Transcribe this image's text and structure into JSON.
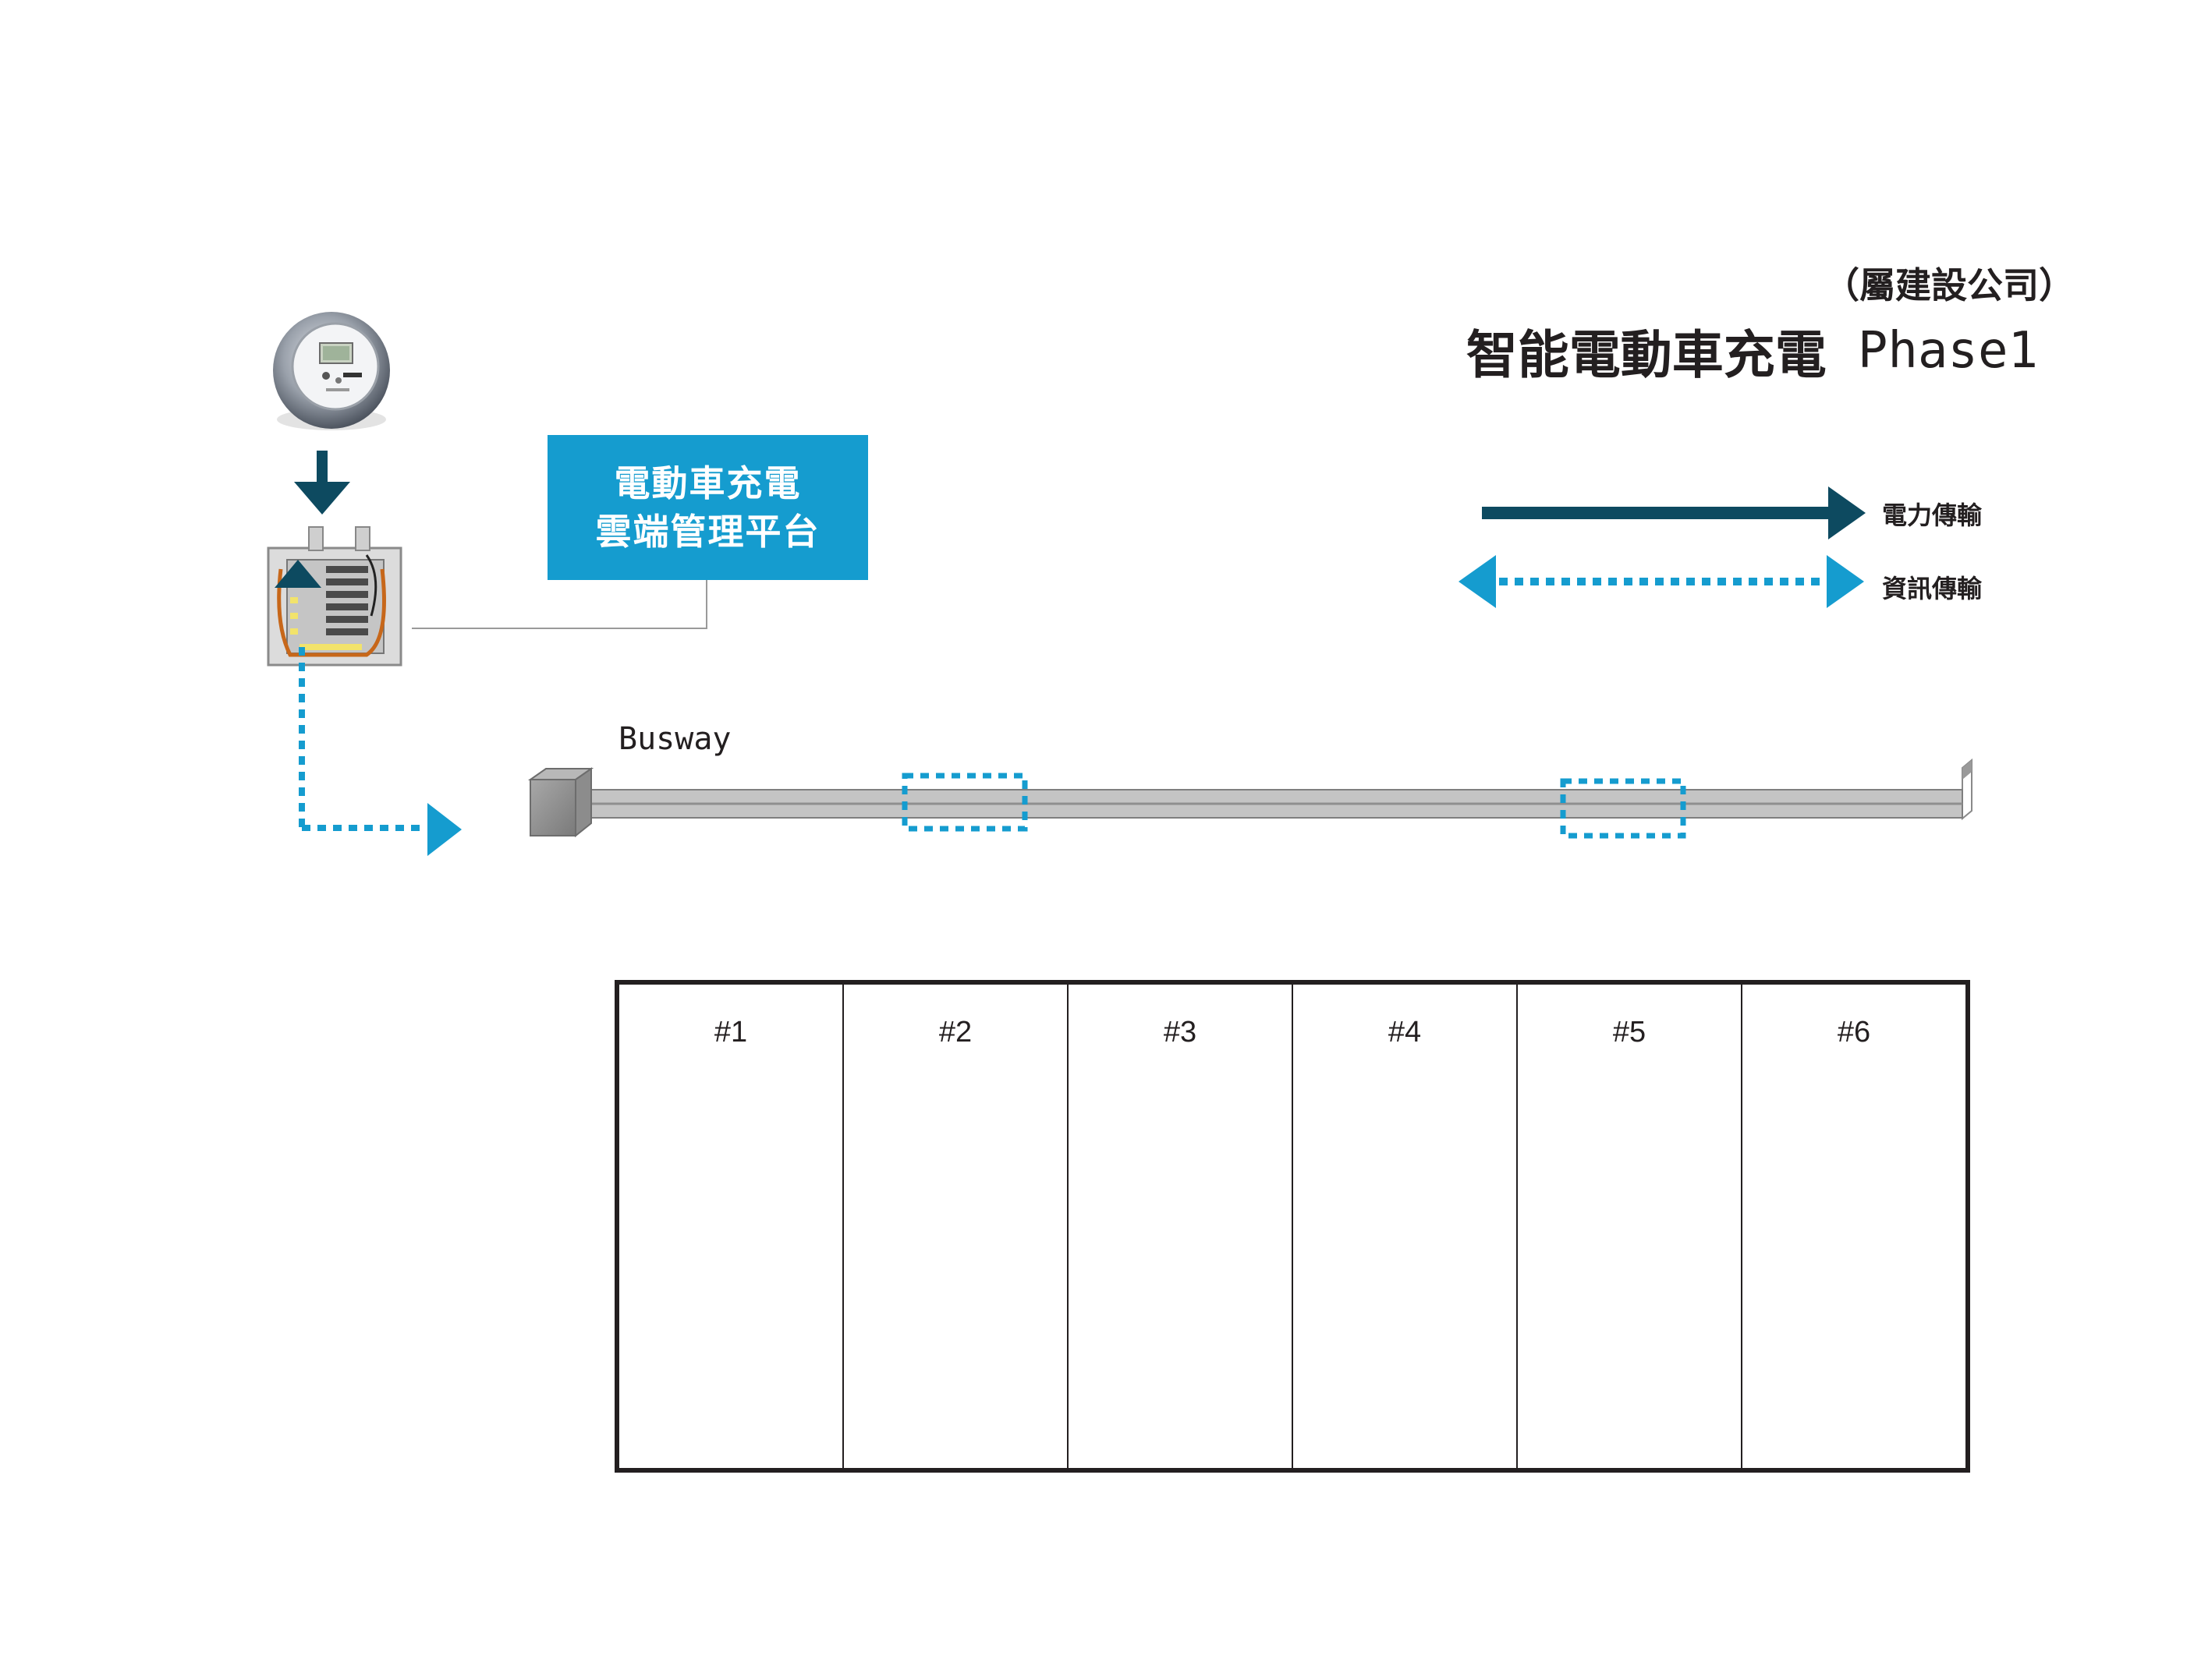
{
  "header": {
    "subtitle": "（屬建設公司）",
    "title": "智能電動車充電",
    "phase": "Phase1"
  },
  "cloud_platform": {
    "line1": "電動車充電",
    "line2": "雲端管理平台"
  },
  "legend": {
    "power_label": "電力傳輸",
    "info_label": "資訊傳輸"
  },
  "busway": {
    "label": "Busway"
  },
  "parking_slots": [
    "#1",
    "#2",
    "#3",
    "#4",
    "#5",
    "#6"
  ],
  "colors": {
    "dark_teal": "#0d4a60",
    "accent_blue": "#159ccf",
    "text": "#231f20",
    "busway_gray": "#b3b3b3"
  },
  "icons": {
    "meter": "electric-meter-icon",
    "panel": "distribution-panel-icon"
  }
}
